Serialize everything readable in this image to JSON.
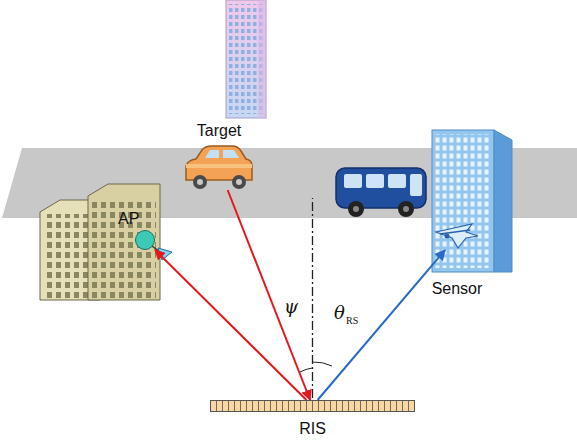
{
  "diagram": {
    "nodes": [
      {
        "text": [
          "Target"
        ]
      },
      {
        "text": [
          "AP"
        ]
      },
      {
        "text": [
          "Sensor"
        ]
      },
      {
        "text": [
          "RIS"
        ]
      }
    ],
    "edges": [
      {
        "from": 0,
        "to": 3,
        "arrow": "to"
      },
      {
        "from": 3,
        "to": 1,
        "arrow": "to"
      },
      {
        "from": 3,
        "to": 2,
        "arrow": "to"
      }
    ],
    "labels": [
      "ψ",
      "θ",
      "RS"
    ]
  }
}
